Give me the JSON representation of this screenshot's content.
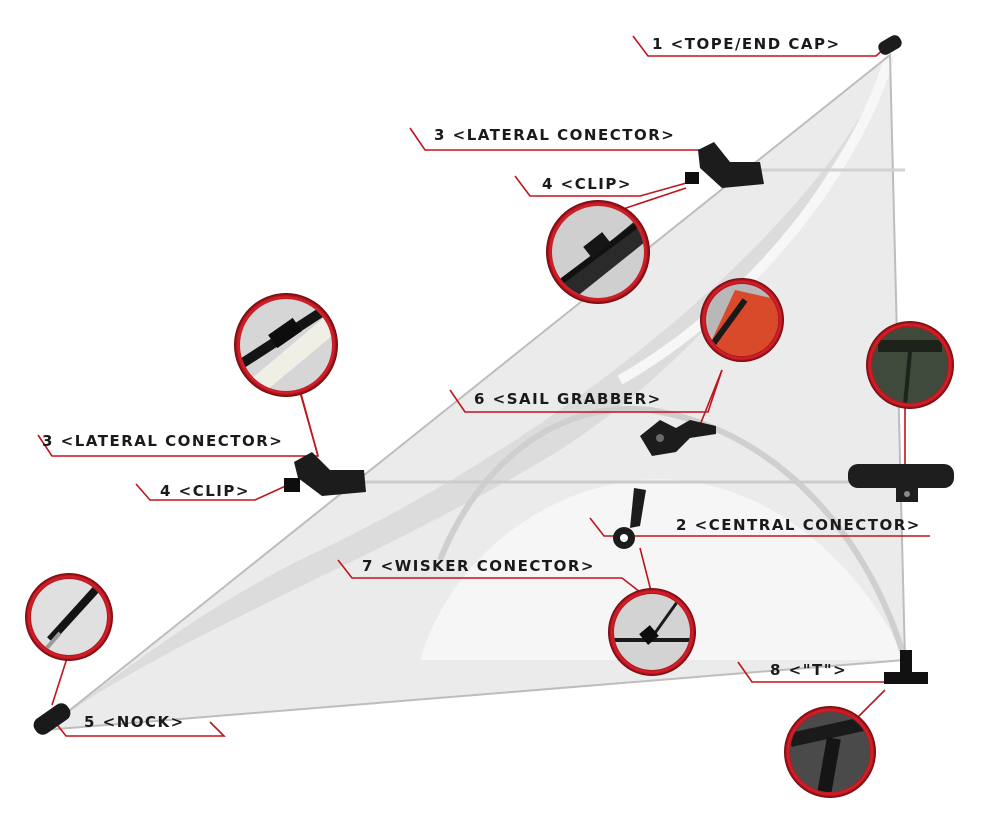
{
  "labels": {
    "top_end_cap": "1 <TOPE/END CAP>",
    "lateral_connector_top": "3 <LATERAL CONECTOR>",
    "clip_top": "4 <CLIP>",
    "sail_grabber": "6 <SAIL GRABBER>",
    "lateral_connector_left": "3 <LATERAL CONECTOR>",
    "clip_left": "4 <CLIP>",
    "central_connector": "2 <CENTRAL CONECTOR>",
    "wisker_connector": "7 <WISKER CONECTOR>",
    "t_piece": "8 <\"T\">",
    "nock": "5 <NOCK>"
  },
  "colors": {
    "accent_red": "#c0141c",
    "sail_gray": "#e6e6e6",
    "part_black": "#1c1c1c",
    "text": "#1a1a1a"
  }
}
